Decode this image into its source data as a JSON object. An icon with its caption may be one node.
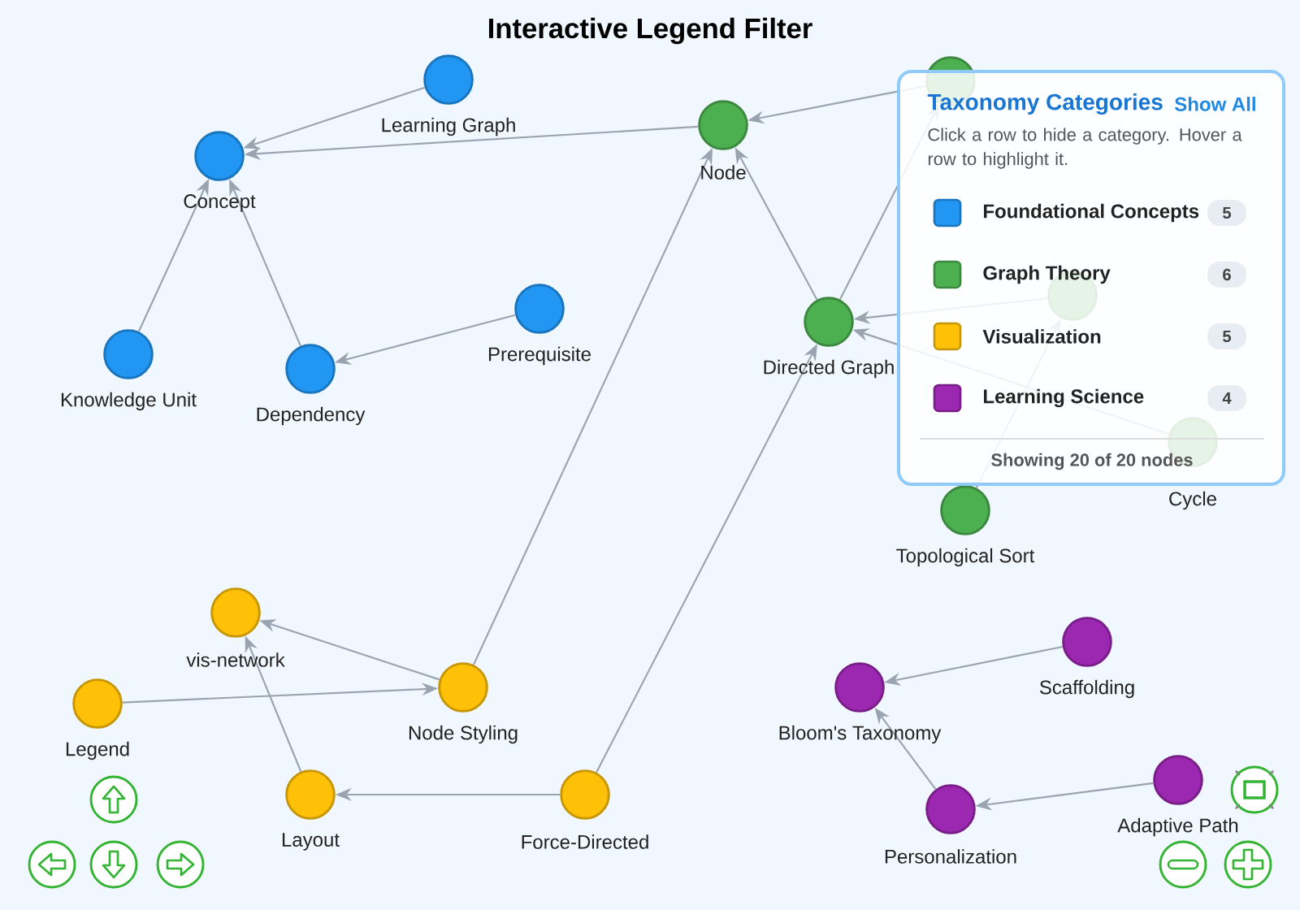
{
  "diagram": {
    "title": "Interactive Legend Filter",
    "nodes": [
      {
        "text": [
          "Learning Graph"
        ]
      },
      {
        "text": [],
        "shape": "circle"
      },
      {
        "text": [
          "Node"
        ]
      },
      {
        "text": [
          "Concept"
        ]
      },
      {
        "text": [],
        "shape": "circle"
      },
      {
        "text": [
          "Prerequisite"
        ]
      },
      {
        "text": [
          "Directed Graph"
        ]
      },
      {
        "text": [
          "Knowledge Unit"
        ]
      },
      {
        "text": [
          "Dependency"
        ]
      },
      {
        "text": [
          "Cycle"
        ]
      },
      {
        "text": [
          "Topological Sort"
        ]
      },
      {
        "text": [
          "vis-network"
        ]
      },
      {
        "text": [
          "Scaffolding"
        ]
      },
      {
        "text": [
          "Node Styling"
        ]
      },
      {
        "text": [
          "Bloom's Taxonomy"
        ]
      },
      {
        "text": [
          "Legend"
        ]
      },
      {
        "text": [
          "Adaptive Path"
        ]
      },
      {
        "text": [
          "Layout"
        ]
      },
      {
        "text": [
          "Force-Directed"
        ]
      },
      {
        "text": [
          "Personalization"
        ]
      }
    ],
    "edges": [
      {
        "from": 0,
        "to": 3,
        "arrow": "to"
      },
      {
        "from": 2,
        "to": 3,
        "arrow": "to"
      },
      {
        "from": 1,
        "to": 2,
        "arrow": "to"
      },
      {
        "from": 6,
        "to": 2,
        "arrow": "to"
      },
      {
        "from": 13,
        "to": 2,
        "arrow": "to"
      },
      {
        "from": 6,
        "to": 1,
        "arrow": "to"
      },
      {
        "from": 4,
        "to": 6,
        "arrow": "to"
      },
      {
        "from": 9,
        "to": 6,
        "arrow": "to"
      },
      {
        "from": 10,
        "to": 4,
        "arrow": "to"
      },
      {
        "from": 7,
        "to": 3,
        "arrow": "to"
      },
      {
        "from": 8,
        "to": 3,
        "arrow": "to"
      },
      {
        "from": 5,
        "to": 8,
        "arrow": "to"
      },
      {
        "from": 18,
        "to": 6,
        "arrow": "to"
      },
      {
        "from": 18,
        "to": 17,
        "arrow": "to"
      },
      {
        "from": 17,
        "to": 11,
        "arrow": "to"
      },
      {
        "from": 13,
        "to": 11,
        "arrow": "to"
      },
      {
        "from": 15,
        "to": 13,
        "arrow": "to"
      },
      {
        "from": 12,
        "to": 14,
        "arrow": "to"
      },
      {
        "from": 19,
        "to": 14,
        "arrow": "to"
      },
      {
        "from": 16,
        "to": 19,
        "arrow": "to"
      }
    ],
    "labels": [
      "Taxonomy Categories",
      "Show All",
      "Click a row to hide a category. Hover a row to highlight it.",
      "5",
      "6",
      "5",
      "4",
      "Showing 20 of 20 nodes"
    ],
    "legend": [
      {
        "text": "Foundational Concepts",
        "color": "#2196f3"
      },
      {
        "text": "Graph Theory",
        "color": "#4caf50"
      },
      {
        "text": "Visualization",
        "color": "#ffc107"
      },
      {
        "text": "Learning Science",
        "color": "#9c27b0"
      }
    ]
  }
}
